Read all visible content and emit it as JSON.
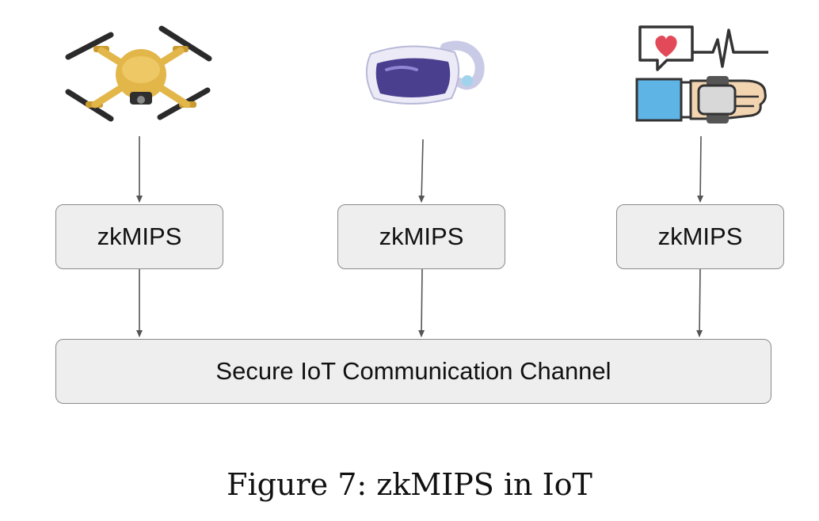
{
  "devices": [
    {
      "icon": "drone-icon"
    },
    {
      "icon": "vr-headset-icon"
    },
    {
      "icon": "health-smartwatch-icon"
    }
  ],
  "nodes": [
    {
      "label": "zkMIPS"
    },
    {
      "label": "zkMIPS"
    },
    {
      "label": "zkMIPS"
    }
  ],
  "channel": {
    "label": "Secure IoT Communication Channel"
  },
  "caption": "Figure 7: zkMIPS in IoT",
  "colors": {
    "box_fill": "#eeeeee",
    "box_border": "#8a8a8a",
    "arrow": "#555555",
    "drone": "#e3b64a",
    "headset": "#4a3f8f",
    "heart": "#e24a5a"
  }
}
